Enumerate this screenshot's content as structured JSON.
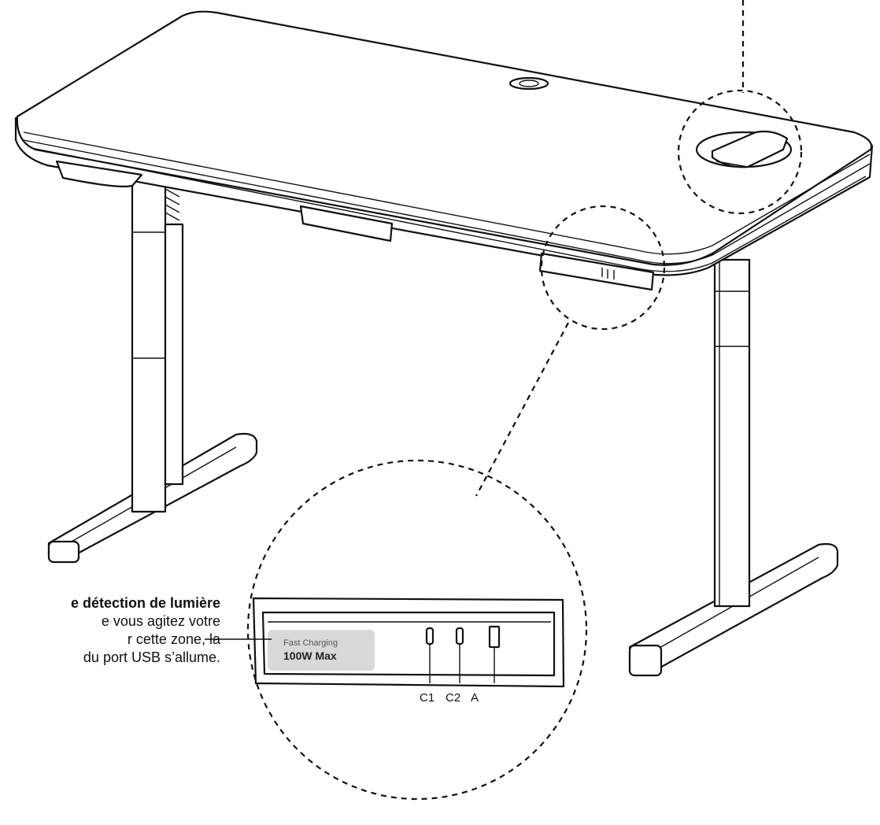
{
  "callout": {
    "title": "e détection de lumière",
    "lines": [
      "e vous agitez votre",
      "r cette zone, la",
      "du port USB s’allume."
    ]
  },
  "panel": {
    "badge_top": "Fast Charging",
    "badge_main": "100W Max",
    "ports": [
      "C1",
      "C2",
      "A"
    ]
  },
  "icons": {
    "wireless_pad": "wireless-charging-pad-icon",
    "usb_c1": "usb-c-port-icon",
    "usb_c2": "usb-c-port-icon",
    "usb_a": "usb-a-port-icon"
  },
  "colors": {
    "ink": "#111111",
    "badge_bg": "#d9d9d9",
    "background": "#ffffff"
  }
}
